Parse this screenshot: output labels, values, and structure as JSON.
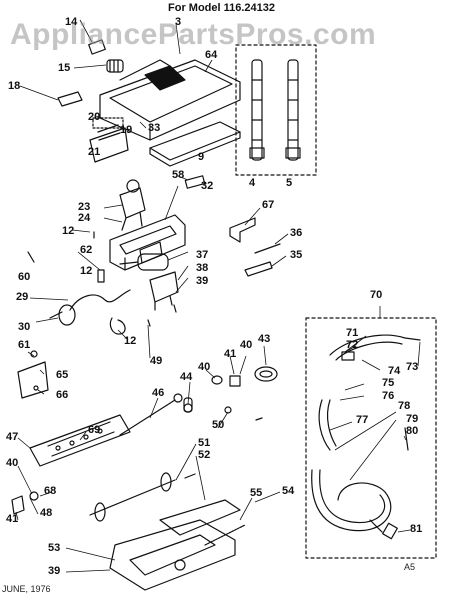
{
  "title": "For Model 116.24132",
  "watermark": "AppliancePartsPros.com",
  "stamp_left": "JUNE, 1976",
  "stamp_right": "A5",
  "callouts": [
    "14",
    "3",
    "15",
    "64",
    "18",
    "20",
    "19",
    "33",
    "21",
    "9",
    "4",
    "5",
    "58",
    "32",
    "23",
    "24",
    "67",
    "12",
    "36",
    "62",
    "37",
    "35",
    "12",
    "38",
    "60",
    "39",
    "70",
    "29",
    "71",
    "72",
    "73",
    "74",
    "30",
    "12",
    "49",
    "61",
    "65",
    "66",
    "41",
    "40",
    "43",
    "40",
    "44",
    "75",
    "76",
    "46",
    "77",
    "78",
    "79",
    "80",
    "47",
    "69",
    "50",
    "51",
    "40",
    "52",
    "55",
    "54",
    "48",
    "68",
    "41",
    "81",
    "53",
    "39"
  ]
}
